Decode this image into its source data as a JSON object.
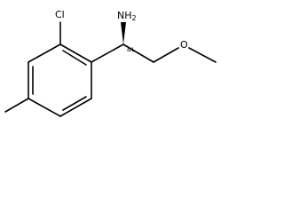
{
  "molecule": {
    "atoms": {
      "chlorine": "Cl",
      "amine": "NH",
      "amine_subscript": "2",
      "oxygen": "O"
    },
    "stereo_label": "&1",
    "colors": {
      "bond": "#000000",
      "label": "#000000",
      "background": "#ffffff"
    }
  }
}
